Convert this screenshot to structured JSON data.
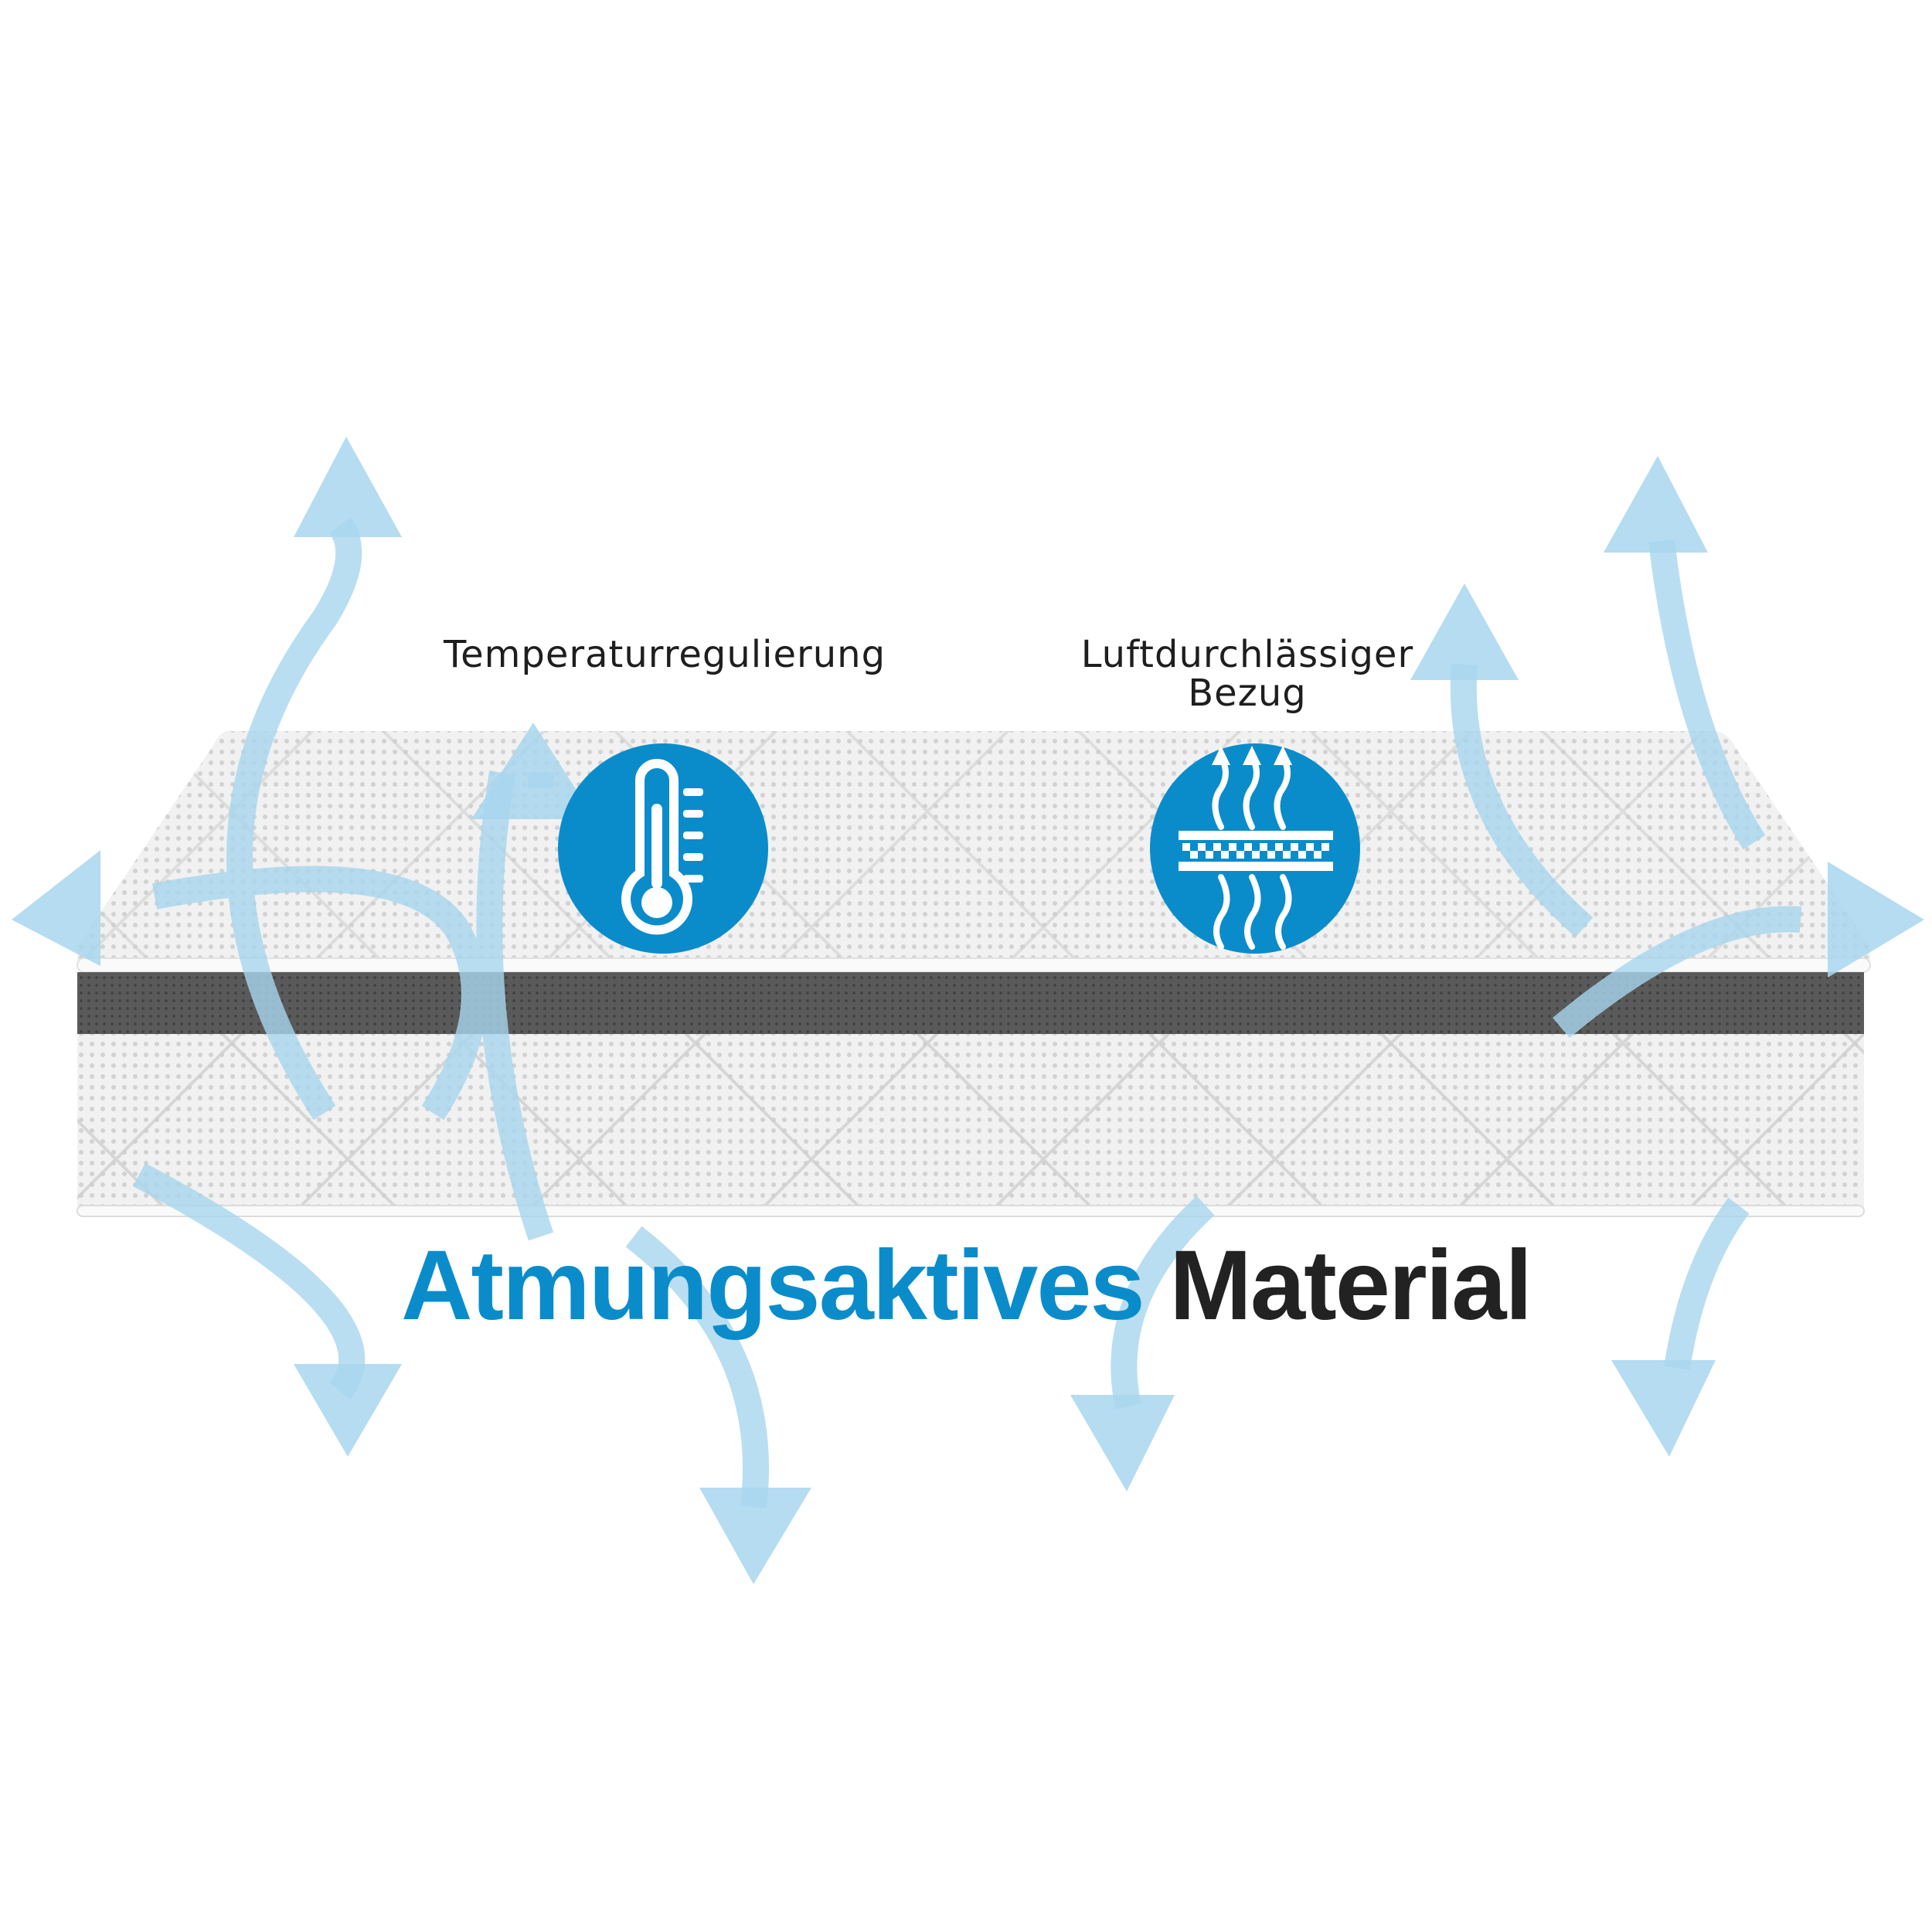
{
  "features": [
    {
      "label": "Temperaturregulierung",
      "icon": "thermometer-icon"
    },
    {
      "label_line1": "Luftdurchlässiger",
      "label_line2": "Bezug",
      "icon": "breathable-fabric-icon"
    }
  ],
  "headline": {
    "highlight": "Atmungsaktives",
    "rest": "Material"
  },
  "colors": {
    "accent": "#0a8ccb",
    "arrow": "#a8d6ee",
    "band": "#555555",
    "text": "#222222"
  }
}
